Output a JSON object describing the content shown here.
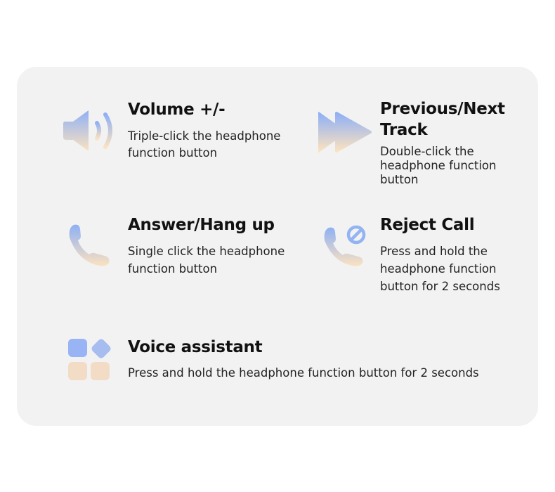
{
  "colors": {
    "card_background": "#f2f2f2",
    "icon_gradient_top": "#8fb0f5",
    "icon_gradient_bottom": "#fbe2c0"
  },
  "items": [
    {
      "icon": "speaker-volume-icon",
      "title": "Volume +/-",
      "description": "Triple-click the headphone function button"
    },
    {
      "icon": "fast-forward-icon",
      "title": "Previous/Next Track",
      "description": "Double-click the headphone function button"
    },
    {
      "icon": "phone-icon",
      "title": "Answer/Hang up",
      "description": "Single click the headphone function button"
    },
    {
      "icon": "phone-reject-icon",
      "title": "Reject Call",
      "description": "Press and hold the headphone function button for 2 seconds"
    },
    {
      "icon": "app-grid-icon",
      "title": "Voice assistant",
      "description": "Press and hold the headphone function button for 2 seconds"
    }
  ]
}
